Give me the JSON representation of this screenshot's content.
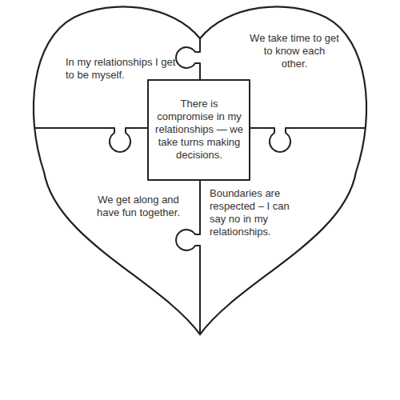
{
  "diagram": {
    "nodes": [
      {
        "text": [
          "In my relationships I get to be myself."
        ]
      },
      {
        "text": [
          "We take time to get to know each other."
        ]
      },
      {
        "text": [
          "There is compromise in my relationships — we take turns making decisions."
        ]
      },
      {
        "text": [
          "We get along and have fun together."
        ]
      },
      {
        "text": [
          "Boundaries are respected – I can say no in my relationships."
        ]
      }
    ]
  }
}
